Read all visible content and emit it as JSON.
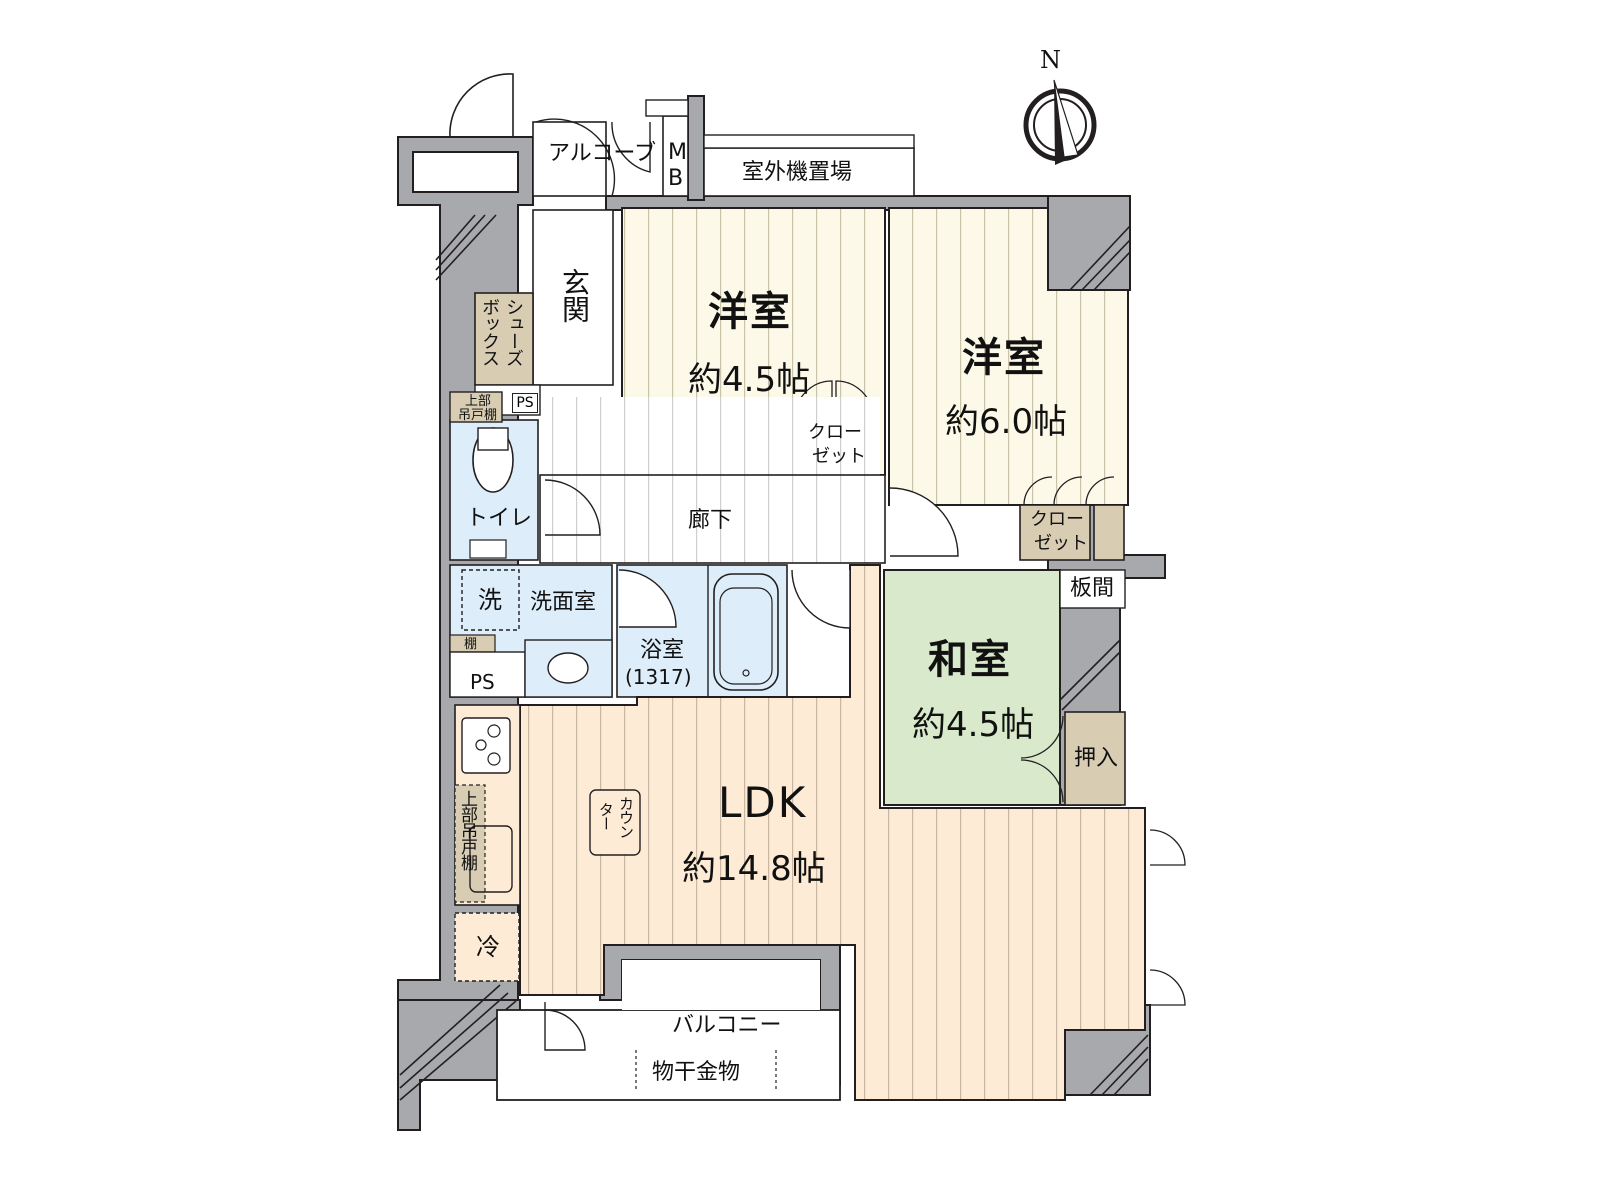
{
  "compass": {
    "label": "N"
  },
  "colors": {
    "wall": "#a7a9ac",
    "western_floor": "#fdf9e9",
    "ldk_floor": "#fdebd6",
    "wet_area": "#ddeefa",
    "tatami": "#d8eacb",
    "storage": "#d8cdb3",
    "corridor": "#ffffff",
    "line": "#231f20"
  },
  "rooms": {
    "western_room_1": {
      "name": "洋室",
      "area": "約4.5帖"
    },
    "western_room_2": {
      "name": "洋室",
      "area": "約6.0帖"
    },
    "japanese_room": {
      "name": "和室",
      "area": "約4.5帖"
    },
    "ldk": {
      "name": "LDK",
      "area": "約14.8帖"
    },
    "entrance": {
      "name": "玄関"
    },
    "hallway": {
      "name": "廊下"
    },
    "toilet": {
      "name": "トイレ"
    },
    "washroom": {
      "name": "洗面室"
    },
    "bathroom": {
      "name": "浴室",
      "size": "(1317)"
    },
    "balcony": {
      "name": "バルコニー",
      "fixture": "物干金物"
    },
    "alcove": {
      "name": "アルコーブ"
    },
    "outdoor_unit": {
      "name": "室外機置場"
    },
    "meter_box": {
      "line1": "M",
      "line2": "B"
    },
    "wood_floor": {
      "name": "板間"
    }
  },
  "storage": {
    "closet_1": {
      "line1": "クロー",
      "line2": "ゼット"
    },
    "closet_2": {
      "line1": "クロー",
      "line2": "ゼット"
    },
    "oshiire": {
      "name": "押入"
    },
    "shoe_box": {
      "col1": "シューズ",
      "col2": "ボックス"
    },
    "upper_cabinet_toilet": {
      "line1": "上部",
      "line2": "吊戸棚"
    },
    "upper_cabinet_kitchen": {
      "name": "上部吊戸棚"
    },
    "shelf": {
      "name": "棚"
    },
    "counter": {
      "name": "カウンター",
      "col1": "カウン",
      "col2": "ター"
    }
  },
  "fixtures": {
    "washer": {
      "name": "洗"
    },
    "fridge": {
      "name": "冷"
    },
    "ps_1": {
      "name": "PS"
    },
    "ps_2": {
      "name": "PS"
    }
  }
}
